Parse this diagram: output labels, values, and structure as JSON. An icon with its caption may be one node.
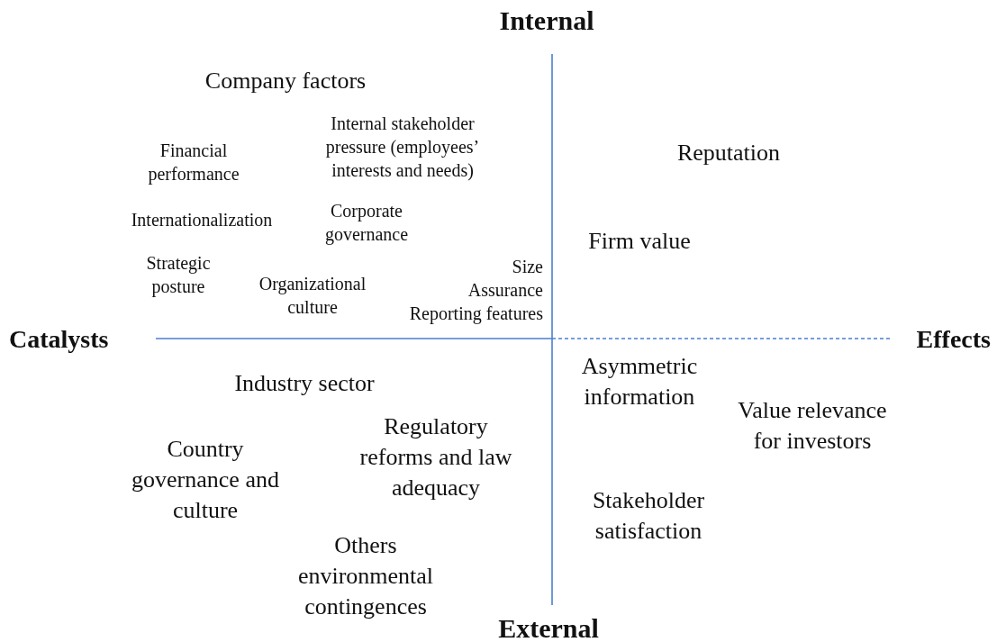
{
  "diagram": {
    "labels": [
      "Internal",
      "Company factors",
      "Internal stakeholder pressure (employees’ interests and needs)",
      "Reputation",
      "Financial performance",
      "Internationalization",
      "Corporate governance",
      "Firm value",
      "Strategic posture",
      "Organizational culture",
      "Size",
      "Assurance",
      "Reporting features",
      "Catalysts",
      "Effects",
      "Asymmetric information",
      "Industry sector",
      "Value relevance for investors",
      "Regulatory reforms and law adequacy",
      "Country governance and culture",
      "Stakeholder satisfaction",
      "Others environmental contingences",
      "External"
    ]
  }
}
